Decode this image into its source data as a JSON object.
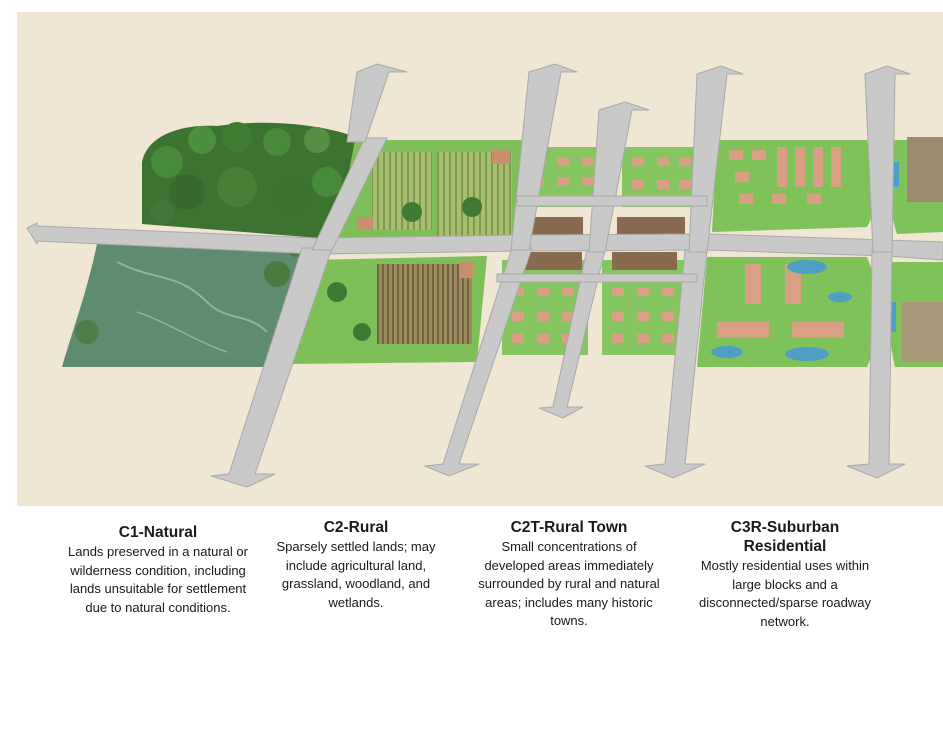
{
  "transects": [
    {
      "title": "C1-Natural",
      "description": "Lands preserved in a natural or wilderness condition, including lands unsuitable for settlement due to natural conditions."
    },
    {
      "title": "C2-Rural",
      "description": "Sparsely settled lands; may include agricultural land, grassland, woodland, and wetlands."
    },
    {
      "title": "C2T-Rural Town",
      "description": "Small concentrations of developed areas immediately surrounded by rural and natural areas; includes many historic towns."
    },
    {
      "title": "C3R-Suburban Residential",
      "description": "Mostly residential uses within large blocks and a disconnected/sparse roadway network."
    }
  ],
  "colors": {
    "background": "#efe6d4",
    "road": "#c9c9c9",
    "road_edge": "#a9a9a9",
    "grass": "#7fc25a",
    "forest": "#3f7a35",
    "wetland": "#5f8c72",
    "field": "#9fb86a",
    "house_roof": "#d9a086",
    "building_brown": "#8a6a4e",
    "water": "#4f9ec4"
  }
}
